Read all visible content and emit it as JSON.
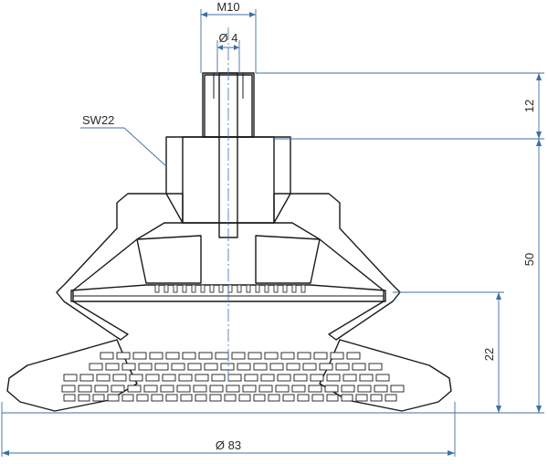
{
  "drawing": {
    "labels": {
      "thread": "M10",
      "bore": "Ø 4",
      "wrench": "SW22",
      "diameter": "Ø 83",
      "height_thread": "12",
      "height_total": "50",
      "height_bellows": "22"
    },
    "colors": {
      "outline": "#1a1a1a",
      "dimension": "#3f6fa8",
      "hatch": "#555555",
      "background": "#ffffff"
    }
  }
}
